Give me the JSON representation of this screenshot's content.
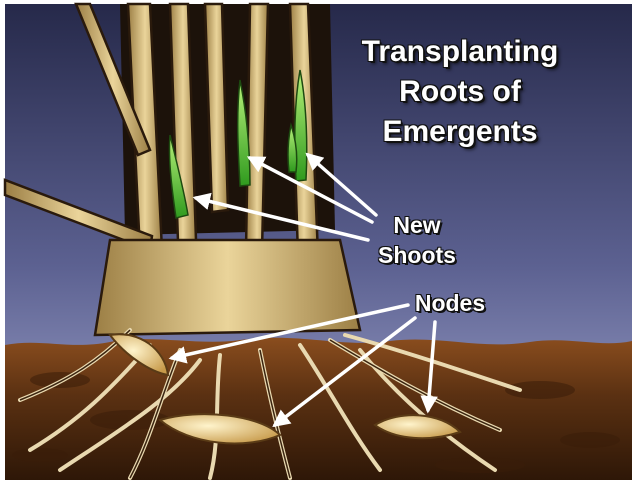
{
  "title": {
    "line1": "Transplanting",
    "line2": "Roots of",
    "line3": "Emergents"
  },
  "labels": {
    "new_shoots_line1": "New",
    "new_shoots_line2": "Shoots",
    "nodes": "Nodes"
  },
  "colors": {
    "sky_top": "#2a2d4d",
    "sky_bottom": "#9aa0c8",
    "soil": "#5b3112",
    "stalk": "#d9c38a",
    "shoot": "#5fd23a",
    "node": "#f0d898",
    "arrow": "#ffffff"
  }
}
